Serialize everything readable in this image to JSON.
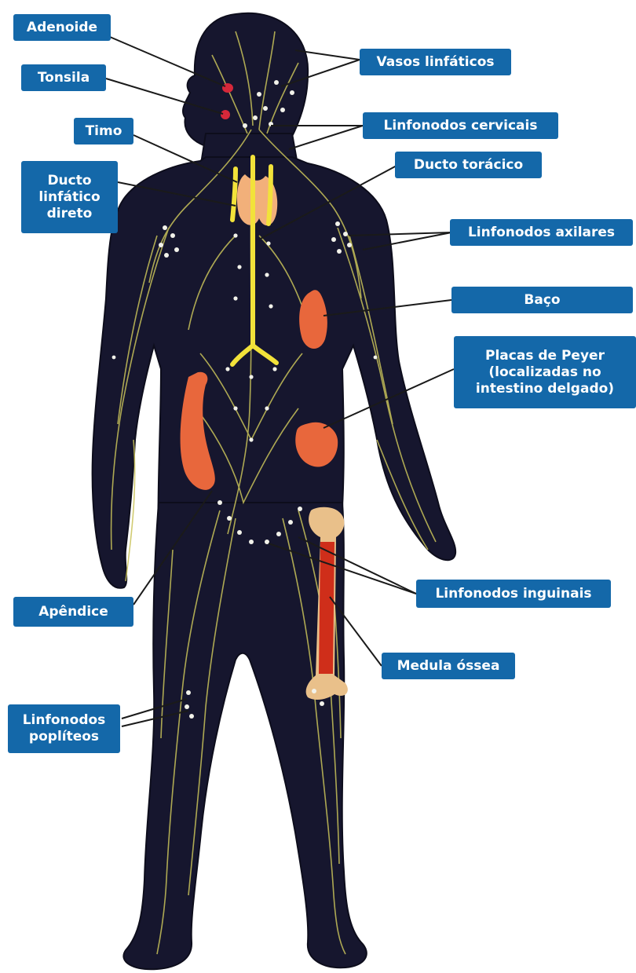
{
  "labels": {
    "adenoide": "Adenoide",
    "tonsila": "Tonsila",
    "timo": "Timo",
    "ducto_linfatico_direto": "Ducto\nlinfático\ndireto",
    "vasos_linfaticos": "Vasos linfáticos",
    "linfonodos_cervicais": "Linfonodos cervicais",
    "ducto_toracico": "Ducto torácico",
    "linfonodos_axilares": "Linfonodos axilares",
    "baco": "Baço",
    "placas_de_peyer": "Placas de Peyer\n(localizadas no\nintestino delgado)",
    "apendice": "Apêndice",
    "linfonodos_inguinais": "Linfonodos inguinais",
    "medula_ossea": "Medula óssea",
    "linfonodos_popliteos": "Linfonodos\npoplíteos"
  },
  "colors": {
    "label_bg": "#1468a9",
    "body_fill": "#16162e",
    "vessels": "#c9c35a",
    "nodes": "#f2f2ea",
    "organs": "#e8673c",
    "thymus": "#f2b07a",
    "thoracic_duct": "#f2e23a",
    "bone": "#e9c08a",
    "marrow": "#cf2e1a"
  }
}
